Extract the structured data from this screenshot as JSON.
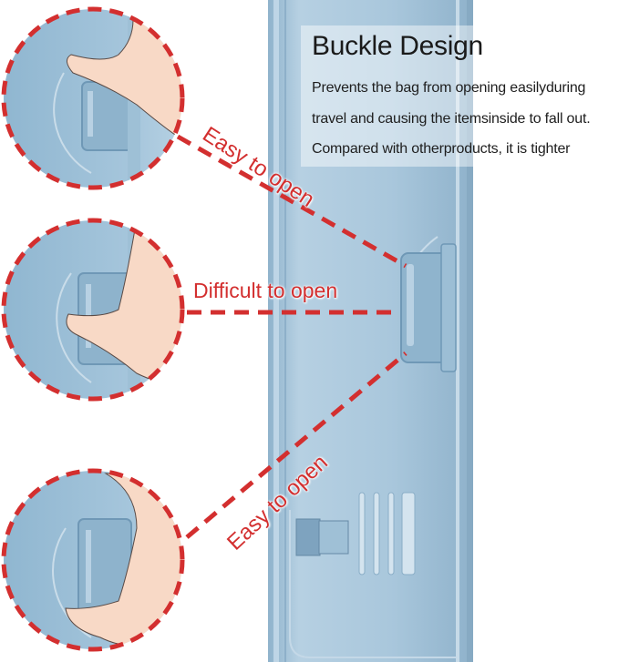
{
  "heading": {
    "title": "Buckle Design",
    "lines": [
      "Prevents the bag from opening easilyduring",
      "travel and causing the itemsinside to fall out.",
      "Compared with otherproducts, it is tighter"
    ]
  },
  "callouts": {
    "top": "Easy to open",
    "middle": "Difficult to open",
    "bottom": "Easy to open"
  },
  "colors": {
    "accent_red": "#d32f2f",
    "case_blue": "#9dbfd6",
    "case_blue_dark": "#7fa8c4",
    "skin": "#f8d9c6"
  }
}
